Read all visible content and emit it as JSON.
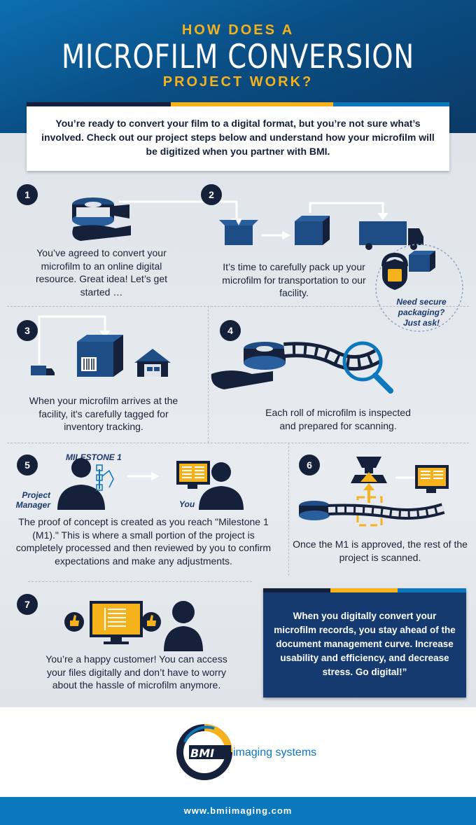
{
  "header": {
    "line1": "HOW DOES A",
    "line2": "MICROFILM CONVERSION",
    "line3": "PROJECT WORK?"
  },
  "intro": {
    "text": "You’re ready to convert your film to a digital format, but you’re not sure what’s involved. Check out our project steps below and understand how your microfilm will be digitized when you partner with BMI."
  },
  "steps": [
    {
      "number": "1",
      "text": "You’ve agreed to convert your microfilm to an online digital resource. Great idea! Let’s get started …"
    },
    {
      "number": "2",
      "text": "It’s time to carefully pack up your microfilm for transportation to our facility.",
      "callout": "Need secure packaging? Just ask!"
    },
    {
      "number": "3",
      "text": "When your microfilm arrives at the facility, it's carefully tagged for inventory tracking."
    },
    {
      "number": "4",
      "text": "Each roll of microfilm is inspected and prepared for scanning."
    },
    {
      "number": "5",
      "text": "The proof of concept is created as you reach \"Milestone 1 (M1).\" This is where a small portion of the project is completely processed and then reviewed by you to confirm expectations and make any adjustments.",
      "milestone": "MILESTONE 1",
      "pm_label": "Project Manager",
      "you_label": "You"
    },
    {
      "number": "6",
      "text": "Once the M1 is approved, the rest of the project is scanned."
    },
    {
      "number": "7",
      "text": "You’re a happy customer! You can access your files digitally and don’t have to worry about the hassle of microfilm anymore."
    }
  ],
  "quote": {
    "text": "When you digitally convert your microfilm records, you stay ahead of the document management curve. Increase usability and efficiency, and decrease stress. Go digital!”"
  },
  "logo": {
    "mark": "BMI",
    "tagline": "imaging systems"
  },
  "footer": {
    "url": "www.bmiimaging.com"
  },
  "colors": {
    "navy": "#15213a",
    "blue": "#0b77bd",
    "accent": "#f5b21a",
    "dark_blue": "#143a70",
    "gray_bg": "#e3e7ec"
  }
}
